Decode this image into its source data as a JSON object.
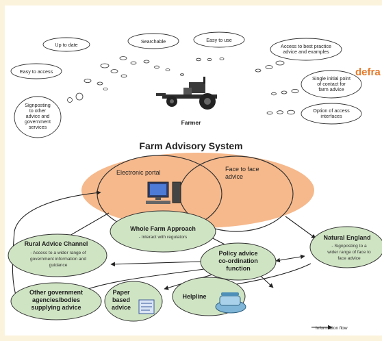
{
  "logo": {
    "text": "defra"
  },
  "clouds": [
    {
      "lines": [
        "Up to date"
      ]
    },
    {
      "lines": [
        "Searchable"
      ]
    },
    {
      "lines": [
        "Easy to use"
      ]
    },
    {
      "lines": [
        "Access to best practice",
        "advice and examples"
      ]
    },
    {
      "lines": [
        "Easy to access"
      ]
    },
    {
      "lines": [
        "Single initial point",
        "of contact for",
        "farm advice"
      ]
    },
    {
      "lines": [
        "Signposting",
        "to other",
        "advice and",
        "government",
        "services"
      ]
    },
    {
      "lines": [
        "Option of access",
        "interfaces"
      ]
    }
  ],
  "farmer": {
    "label": "Farmer"
  },
  "system": {
    "title": "Farm Advisory System",
    "left_label": "Electronic portal",
    "right_label_lines": [
      "Face to face",
      "advice"
    ]
  },
  "nodes": {
    "whole_farm": {
      "title": "Whole Farm Approach",
      "sub": [
        "- Interact with regulators"
      ]
    },
    "rural": {
      "title": "Rural Advice Channel",
      "sub": [
        "- Access to a wider range of",
        "government information and",
        "guidance"
      ]
    },
    "natural": {
      "title": "Natural England",
      "sub": [
        "- Signposting to a",
        "wider range of face to",
        "face advice"
      ]
    },
    "policy": {
      "title_lines": [
        "Policy advice",
        "co-ordination",
        "function"
      ]
    },
    "other_gov": {
      "title_lines": [
        "Other government",
        "agencies/bodies",
        "supplying advice"
      ]
    },
    "paper": {
      "title_lines": [
        "Paper",
        "based",
        "advice"
      ]
    },
    "helpline": {
      "title": "Helpline"
    }
  },
  "legend": {
    "label": "Information flow"
  },
  "colors": {
    "background": "#fbf3dc",
    "orange_ellipse": "#f6b98c",
    "green_node": "#cfe4c3",
    "logo": "#e57a2b"
  }
}
